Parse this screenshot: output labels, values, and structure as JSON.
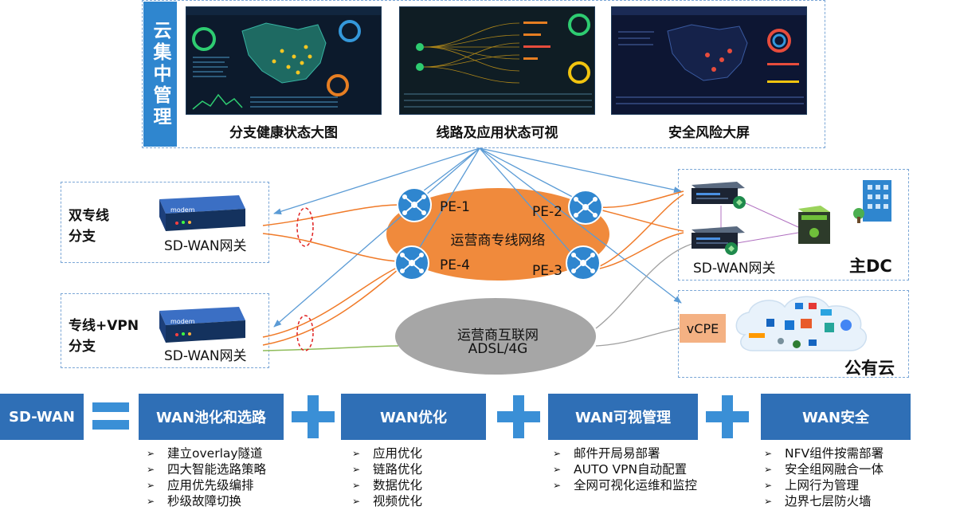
{
  "top": {
    "title": "云集中管理",
    "panels": [
      {
        "caption": "分支健康状态大图"
      },
      {
        "caption": "线路及应用状态可视"
      },
      {
        "caption": "安全风险大屏"
      }
    ]
  },
  "network": {
    "branch1": {
      "label": "双专线\n分支",
      "gateway": "SD-WAN网关"
    },
    "branch2": {
      "label": "专线+VPN\n分支",
      "gateway": "SD-WAN网关"
    },
    "mpls": {
      "label": "运营商专线网络",
      "pe": [
        "PE-1",
        "PE-2",
        "PE-3",
        "PE-4"
      ]
    },
    "internet": {
      "label1": "运营商互联网",
      "label2": "ADSL/4G"
    },
    "dc": {
      "gateway": "SD-WAN网关",
      "label": "主DC"
    },
    "cloud": {
      "vcpe": "vCPE",
      "label": "公有云"
    },
    "modem_text": "modem"
  },
  "features": {
    "sdwan": "SD-WAN",
    "boxes": [
      {
        "title": "WAN池化和选路",
        "items": [
          "建立overlay隧道",
          "四大智能选路策略",
          "应用优先级编排",
          "秒级故障切换"
        ]
      },
      {
        "title": "WAN优化",
        "items": [
          "应用优化",
          "链路优化",
          "数据优化",
          "视频优化"
        ]
      },
      {
        "title": "WAN可视管理",
        "items": [
          "邮件开局易部署",
          "AUTO VPN自动配置",
          "全网可视化运维和监控"
        ]
      },
      {
        "title": "WAN安全",
        "items": [
          "NFV组件按需部署",
          "安全组网融合一体",
          "上网行为管理",
          "边界七层防火墙"
        ]
      }
    ]
  },
  "colors": {
    "accent": "#2f86cf",
    "feature_box": "#2f6fb6",
    "mpls_fill": "#f08a3c",
    "internet_fill": "#a6a6a6",
    "orange_line": "#f07a28",
    "blue_line": "#5b9bd5"
  }
}
